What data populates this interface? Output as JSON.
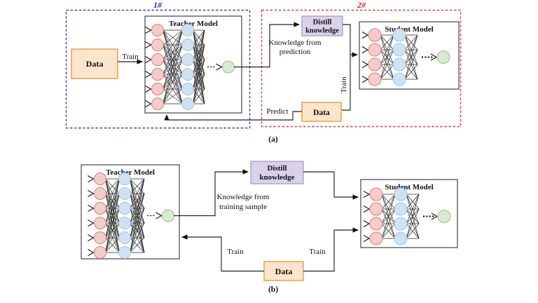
{
  "figure": {
    "panel_a": {
      "frame1_label": "1#",
      "frame2_label": "2#",
      "data_input_label": "Data",
      "train_arrow_label": "Train",
      "teacher_title": "Teacher Model",
      "distill_word1": "Distill",
      "distill_word2": "knowledge",
      "knowledge_note_line1": "Knowledge from",
      "knowledge_note_line2": "prediction",
      "train_vertical_label": "Train",
      "predict_label": "Predict",
      "data_predict_label": "Data",
      "student_title": "Student Model",
      "caption": "(a)"
    },
    "panel_b": {
      "teacher_title": "Teacher Model",
      "distill_word1": "Distill",
      "distill_word2": "knowledge",
      "knowledge_note_line1": "Knowledge from",
      "knowledge_note_line2": "training sample",
      "train_left_label": "Train",
      "train_right_label": "Train",
      "data_label": "Data",
      "student_title": "Student Model",
      "caption": "(b)"
    },
    "colors": {
      "frame1": "#3a3aee",
      "frame2": "#ee3b3b",
      "label1": "#2222dd",
      "label2": "#dd2222",
      "data_fill": "#fce5cd",
      "data_border": "#e9a33f",
      "distill_fill": "#d9d2e9",
      "distill_border": "#a99bc9",
      "input_node_fill": "#f4cccc",
      "input_node_border": "#dd7e6b",
      "hidden_node_fill": "#cfe2f3",
      "hidden_node_border": "#9fc5e8",
      "output_node_fill": "#d9ead3",
      "output_node_border": "#97c27c",
      "connector": "#222222",
      "mesh": "#262626",
      "model_box_border": "#444444"
    },
    "networks": {
      "teacher": {
        "input_nodes": 6,
        "hidden_nodes": 6,
        "output_nodes": 1
      },
      "student": {
        "input_nodes": 4,
        "hidden_nodes": 4,
        "output_nodes": 1
      }
    }
  }
}
